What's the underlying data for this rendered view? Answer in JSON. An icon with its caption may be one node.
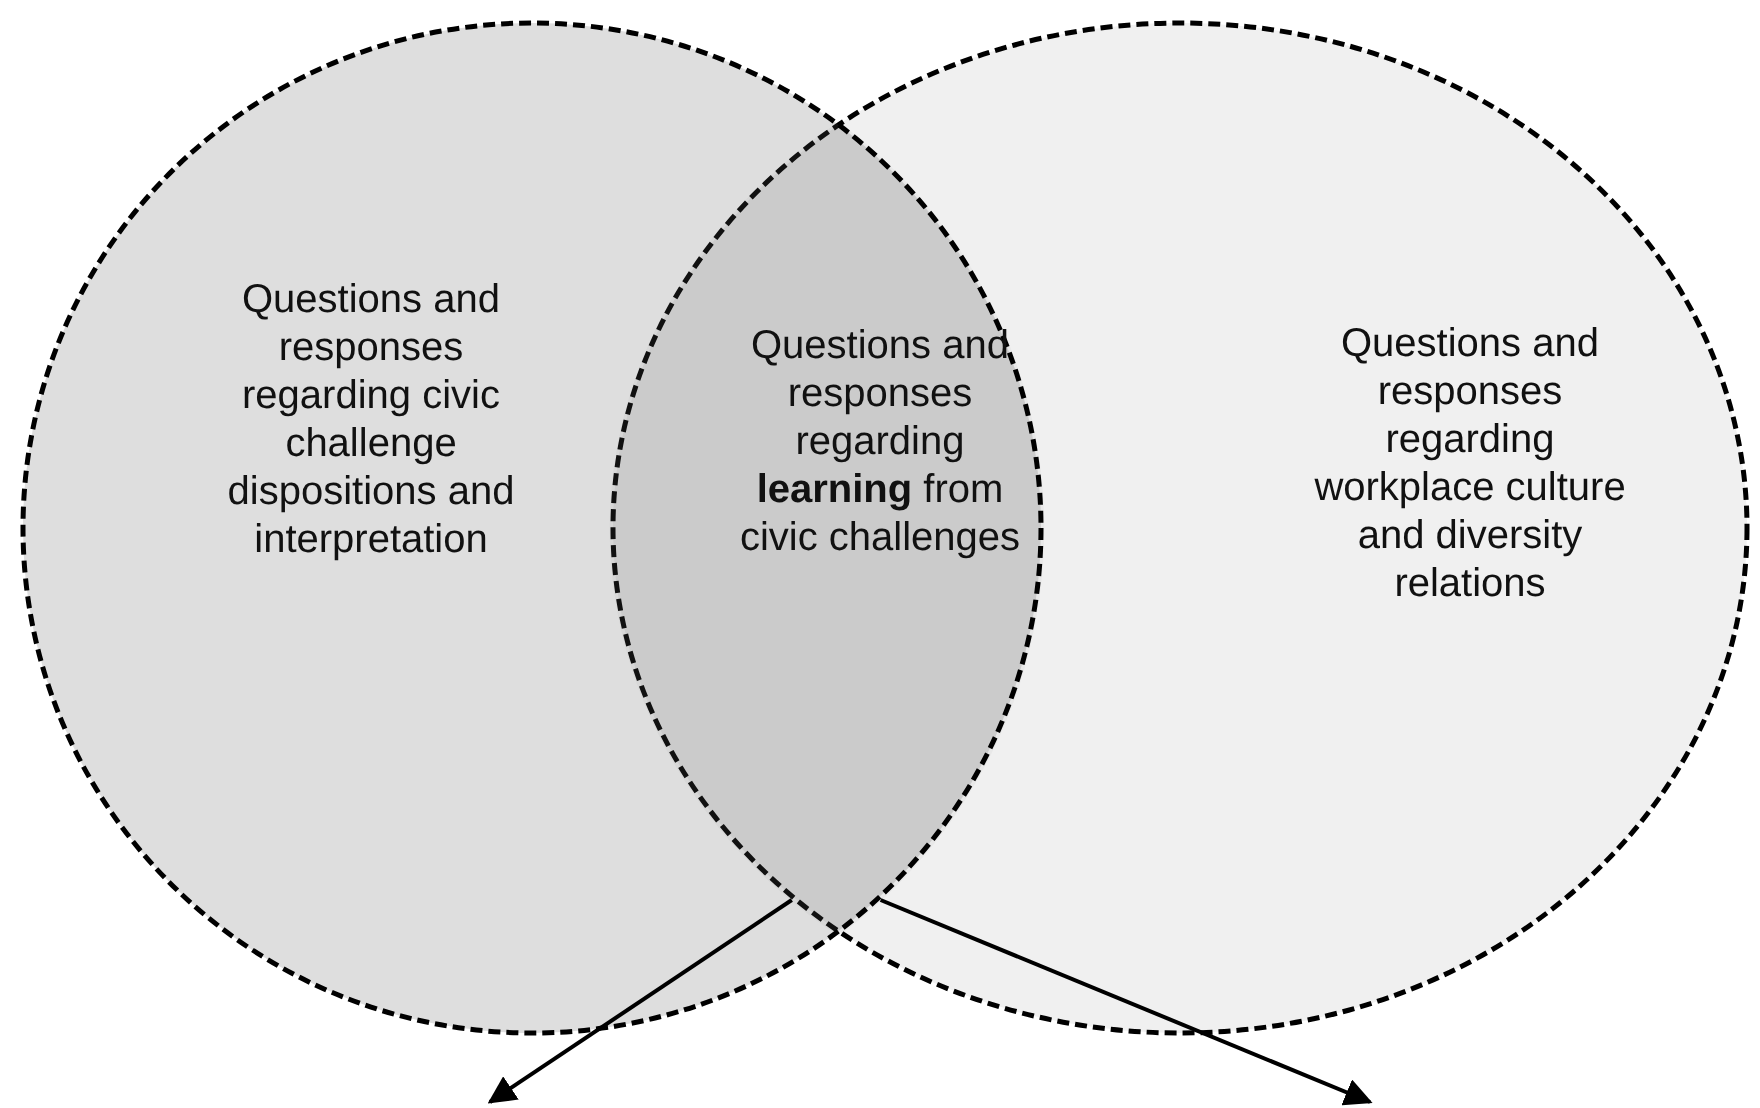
{
  "diagram": {
    "nodes": [
      {
        "text": [
          "Questions and responses regarding civic challenge dispositions and interpretation"
        ]
      },
      {
        "text": [
          "Questions and responses regarding workplace culture and diversity relations"
        ]
      },
      {
        "text": [
          "Questions and responses regarding **learning** from civic challenges"
        ]
      }
    ],
    "edges": [
      {
        "from": 2,
        "to": null,
        "arrow": "to"
      },
      {
        "from": 2,
        "to": null,
        "arrow": "to"
      }
    ]
  }
}
